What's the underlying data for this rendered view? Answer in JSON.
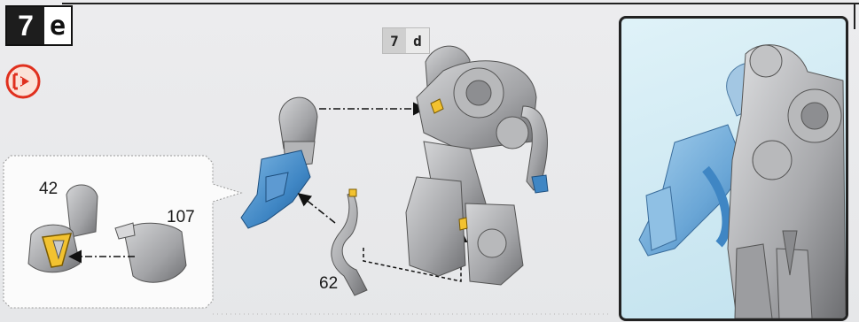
{
  "step": {
    "number": "7",
    "letter": "e"
  },
  "reference": {
    "number": "7",
    "letter": "d"
  },
  "parts": {
    "p42": "42",
    "p107": "107",
    "p62": "62"
  },
  "icons": {
    "action": "arrow-right-into-bracket-icon"
  },
  "colors": {
    "accent_red": "#e0301e",
    "highlight_yellow": "#f2c230",
    "part_blue": "#3f86c4",
    "model_grey": "#a9aaac",
    "inset_bg": "#d3ecf4"
  }
}
